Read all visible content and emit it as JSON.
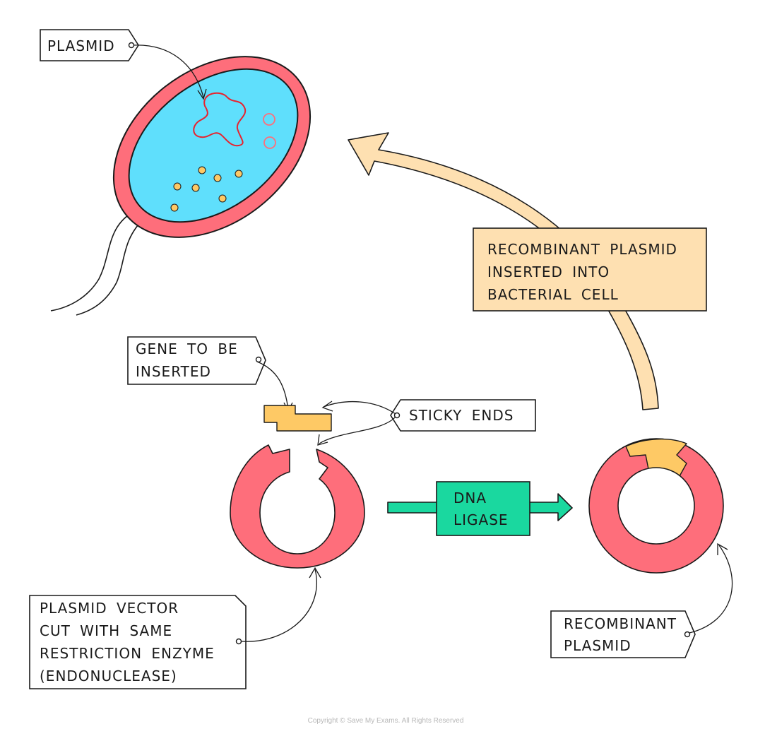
{
  "labels": {
    "plasmid": "PLASMID",
    "recombinant_inserted": [
      "RECOMBINANT  PLASMID",
      "INSERTED  INTO",
      "BACTERIAL  CELL"
    ],
    "gene_to_be_inserted": [
      "GENE  TO  BE",
      "INSERTED"
    ],
    "sticky_ends": "STICKY  ENDS",
    "dna_ligase": [
      "DNA",
      "LIGASE"
    ],
    "plasmid_vector": [
      "PLASMID  VECTOR",
      "CUT  WITH  SAME",
      "RESTRICTION  ENZYME",
      "(ENDONUCLEASE)"
    ],
    "recombinant_plasmid": [
      "RECOMBINANT",
      "PLASMID"
    ]
  },
  "copyright": "Copyright © Save My Exams. All Rights Reserved",
  "colors": {
    "cell_wall": "#fe6e7b",
    "cytoplasm": "#5fdffc",
    "plasmid_ring": "#fe6e7b",
    "gene_insert": "#fec965",
    "ligase_green": "#1ad89f",
    "process_arrow": "#fee0b1",
    "outline": "#1a1a1a"
  }
}
